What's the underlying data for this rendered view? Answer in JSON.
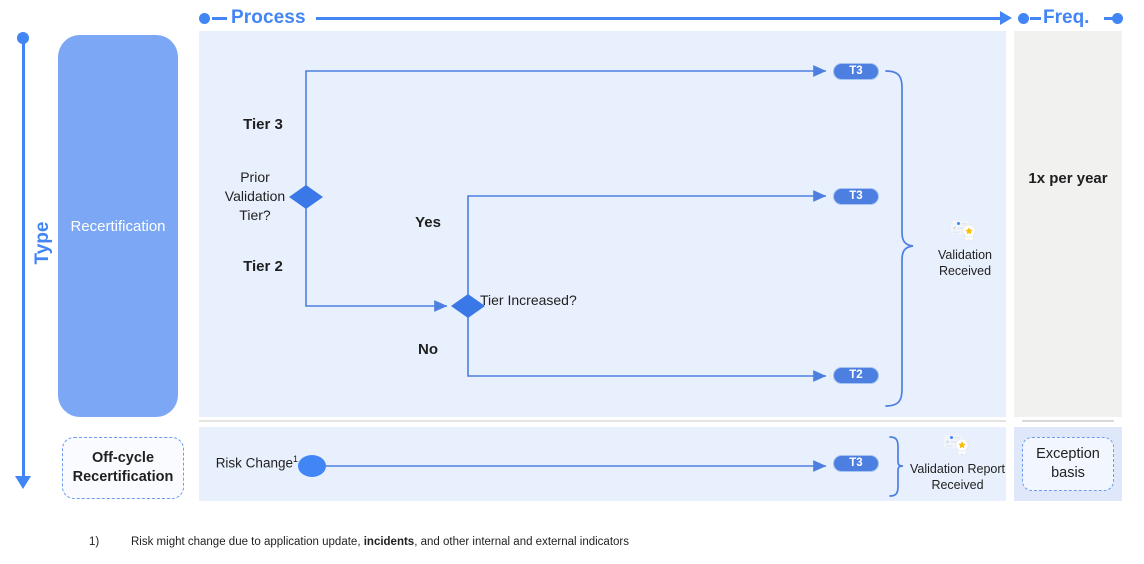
{
  "header": {
    "process_label": "Process",
    "freq_label": "Freq.",
    "type_axis_label": "Type"
  },
  "type_column": {
    "recertification_card": "Recertification",
    "offcycle_card": "Off-cycle Recertification"
  },
  "flow": {
    "decision_1": "Prior Validation Tier?",
    "decision_1_branch_top": "Tier 3",
    "decision_1_branch_bottom": "Tier 2",
    "decision_2": "Tier Increased?",
    "decision_2_branch_yes": "Yes",
    "decision_2_branch_no": "No",
    "pills": [
      {
        "id": "pill-top",
        "label": "T3"
      },
      {
        "id": "pill-yes",
        "label": "T3"
      },
      {
        "id": "pill-no",
        "label": "T2"
      },
      {
        "id": "pill-offcycle",
        "label": "T3"
      }
    ],
    "outcome_recert": "Validation Received",
    "start_node_label": "Risk Change",
    "start_node_footnote_marker": "1",
    "outcome_offcycle": "Validation Report Received"
  },
  "frequency": {
    "recertification": "1x per year",
    "offcycle": "Exception basis"
  },
  "footnote": {
    "number": "1)",
    "text_before": "Risk might change due to application update, ",
    "text_bold": "incidents",
    "text_after": ", and other internal and external indicators"
  },
  "colors": {
    "accent_blue": "#4285F4",
    "line_blue": "#4C7FE0",
    "panel_bg": "#E9F0FD",
    "freq_bg": "#F1F1F0",
    "freq_bg_alt": "#DFE8FB",
    "card_blue": "#7BA7F5",
    "pill_blue": "#4C7FE0",
    "text_dark": "#1f1f1f"
  }
}
